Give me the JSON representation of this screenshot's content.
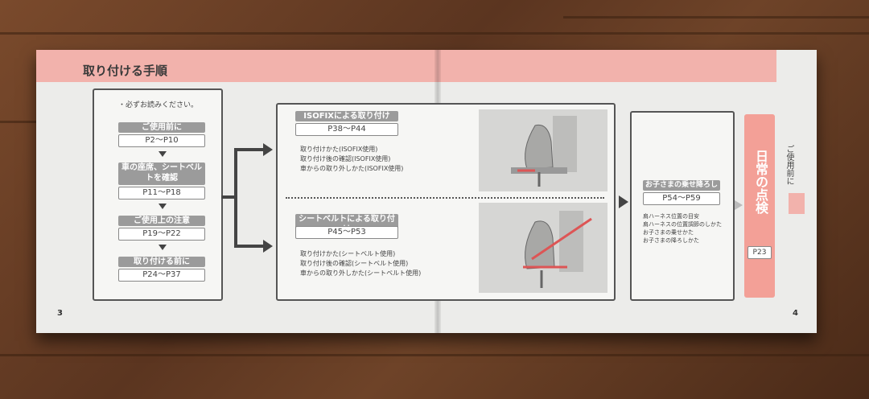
{
  "booklet": {
    "title": "取り付ける手順",
    "intro": "・必ずお読みください。",
    "steps": [
      {
        "label": "ご使用前に",
        "pages": "P2〜P10"
      },
      {
        "label": "車の座席、シートベルトを確認",
        "pages": "P11〜P18"
      },
      {
        "label": "ご使用上の注意",
        "pages": "P19〜P22"
      },
      {
        "label": "取り付ける前に",
        "pages": "P24〜P37"
      }
    ],
    "isofix": {
      "label": "ISOFIXによる取り付け",
      "pages": "P38〜P44",
      "items": [
        "取り付けかた(ISOFIX使用)",
        "取り付け後の確認(ISOFIX使用)",
        "車からの取り外しかた(ISOFIX使用)"
      ]
    },
    "seatbelt": {
      "label": "シートベルトによる取り付け",
      "pages": "P45〜P53",
      "items": [
        "取り付けかた(シートベルト使用)",
        "取り付け後の確認(シートベルト使用)",
        "車からの取り外しかた(シートベルト使用)"
      ]
    },
    "child": {
      "label": "お子さまの乗せ降ろし",
      "pages": "P54〜P59",
      "items": [
        "肩ハーネス位置の目安",
        "肩ハーネスの位置調節のしかた",
        "お子さまの乗せかた",
        "お子さまの降ろしかた"
      ]
    },
    "daily": {
      "label": "日常の点検",
      "pages": "P23"
    },
    "side_tab": "ご使用前に",
    "page_left": "3",
    "page_right": "4"
  }
}
